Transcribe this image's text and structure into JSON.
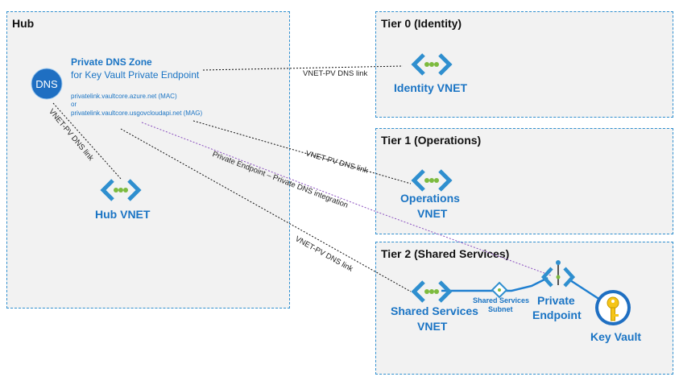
{
  "zones": {
    "hub": "Hub",
    "tier0": "Tier 0 (Identity)",
    "tier1": "Tier 1 (Operations)",
    "tier2": "Tier 2 (Shared Services)"
  },
  "dns": {
    "icon_text": "DNS",
    "title_line1": "Private DNS Zone",
    "title_line2": "for Key Vault Private Endpoint",
    "zone_mac": "privatelink.vaultcore.azure.net (MAC)",
    "or": "or",
    "zone_mag": "privatelink.vaultcore.usgovcloudapi.net (MAG)"
  },
  "nodes": {
    "identity_vnet": "Identity VNET",
    "hub_vnet": "Hub VNET",
    "operations_line1": "Operations",
    "operations_line2": "VNET",
    "shared_line1": "Shared Services",
    "shared_line2": "VNET",
    "subnet_line1": "Shared Services",
    "subnet_line2": "Subnet",
    "pe_line1": "Private",
    "pe_line2": "Endpoint",
    "key_vault": "Key Vault"
  },
  "links": {
    "identity": "VNET-PV DNS link",
    "hub": "VNET-PV DNS link",
    "operations": "VNET-PV DNS link",
    "shared": "VNET-PV DNS link",
    "pe_integration": "Private Endpoint – Private DNS integration"
  },
  "colors": {
    "zone_border": "#2f8fcf",
    "zone_fill": "#f2f2f2",
    "vnet_chevron": "#2f8fcf",
    "vnet_dots": "#7dbb3f",
    "dns_circle": "#1f6fc2",
    "label_blue": "#1a74c4",
    "dns_link": "#111111",
    "pe_integration_link": "#8a4fbf",
    "key_vault": "#f5c518"
  }
}
